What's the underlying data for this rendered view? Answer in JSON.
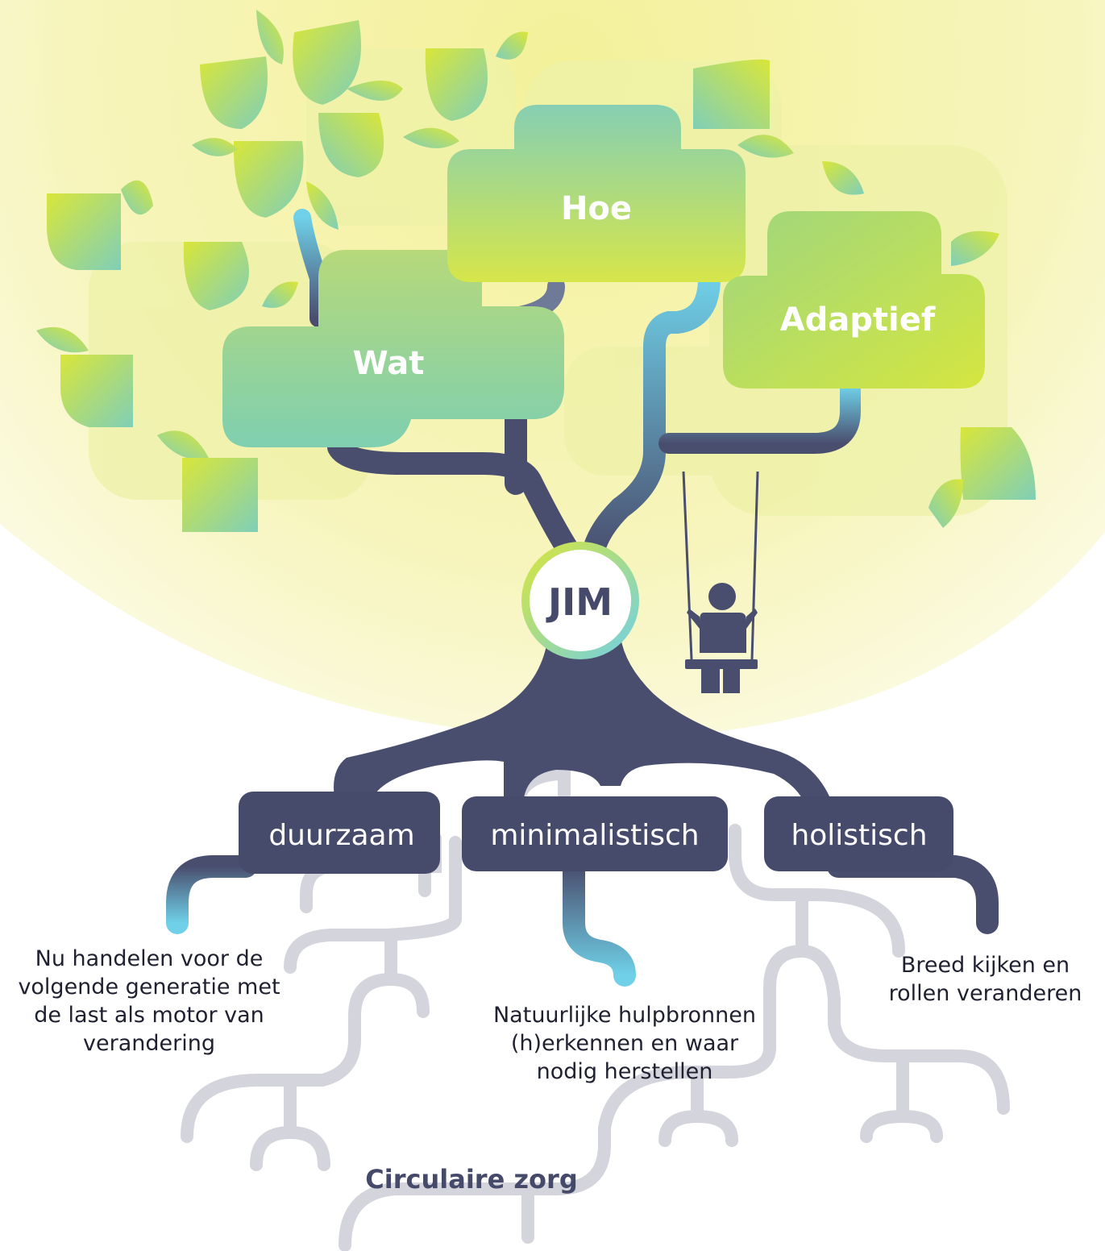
{
  "center": {
    "label": "JIM"
  },
  "canopy": [
    {
      "id": "wat",
      "label": "Wat"
    },
    {
      "id": "hoe",
      "label": "Hoe"
    },
    {
      "id": "adaptief",
      "label": "Adaptief"
    }
  ],
  "roots": [
    {
      "id": "duurzaam",
      "label": "duurzaam",
      "description": "Nu handelen voor de\nvolgende generatie met\nde last als motor van\nverandering"
    },
    {
      "id": "minimalistisch",
      "label": "minimalistisch",
      "description": "Natuurlijke hulpbronnen\n(h)erkennen en waar\nnodig herstellen"
    },
    {
      "id": "holistisch",
      "label": "holistisch",
      "description": "Breed kijken en\nrollen veranderen"
    }
  ],
  "footer": {
    "title": "Circulaire zorg"
  },
  "colors": {
    "trunk": "#4a4e6e",
    "root_box": "#474b6b",
    "background_glow": "#f6f4a8",
    "leaf_yellow": "#d9e63a",
    "leaf_teal": "#7fcfb8",
    "cyan_tip": "#6fd0e8",
    "grey_roots": "#d4d4dc"
  },
  "icons": [
    "leaf-icon",
    "swing-person-icon"
  ]
}
